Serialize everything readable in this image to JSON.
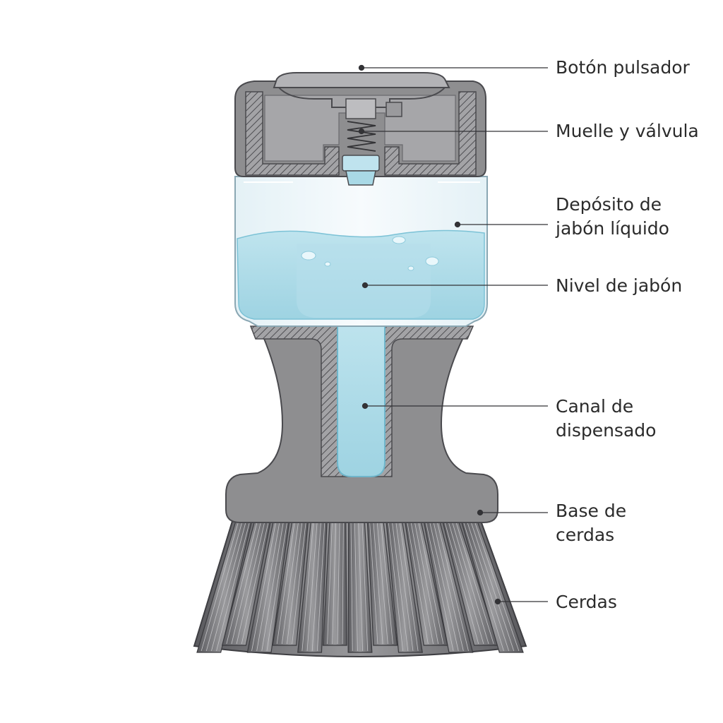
{
  "labels": {
    "push_button": {
      "lines": [
        "Botón pulsador"
      ]
    },
    "spring_valve": {
      "lines": [
        "Muelle y válvula"
      ]
    },
    "reservoir": {
      "lines": [
        "Depósito de",
        "jabón líquido"
      ]
    },
    "soap_level": {
      "lines": [
        "Nivel de jabón"
      ]
    },
    "channel": {
      "lines": [
        "Canal de",
        "dispensado"
      ]
    },
    "bristle_base": {
      "lines": [
        "Base de",
        "cerdas"
      ]
    },
    "bristles": {
      "lines": [
        "Cerdas"
      ]
    }
  },
  "colors": {
    "housing": "#8e8e90",
    "housing_dark": "#5e5e62",
    "soap": "#a9d9e6",
    "soap_dark": "#7cc2d6",
    "container": "#eef6fa",
    "bristle": "#6d6d70",
    "text": "#2b2b2b"
  }
}
